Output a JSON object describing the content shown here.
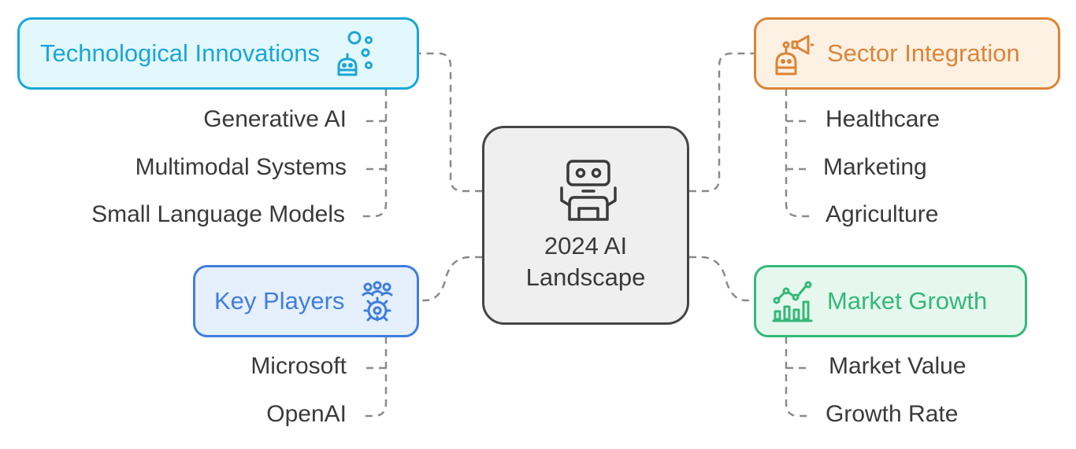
{
  "center": {
    "line1": "2024 AI",
    "line2": "Landscape",
    "icon": "robot-icon"
  },
  "branches": {
    "tech": {
      "title": "Technological Innovations",
      "icon": "bubbles-robot-icon",
      "color": "#1aa6d6",
      "fill": "#e3f8fd",
      "items": [
        "Generative AI",
        "Multimodal Systems",
        "Small Language Models"
      ]
    },
    "sector": {
      "title": "Sector Integration",
      "icon": "robot-megaphone-icon",
      "color": "#dd8435",
      "fill": "#fdf1e4",
      "items": [
        "Healthcare",
        "Marketing",
        "Agriculture"
      ]
    },
    "players": {
      "title": "Key Players",
      "icon": "team-gear-icon",
      "color": "#3f7fdc",
      "fill": "#e6effc",
      "items": [
        "Microsoft",
        "OpenAI"
      ]
    },
    "growth": {
      "title": "Market Growth",
      "icon": "growth-chart-icon",
      "color": "#34b878",
      "fill": "#e6f8ee",
      "items": [
        "Market Value",
        "Growth Rate"
      ]
    }
  },
  "colors": {
    "connector": "#8a8a8a",
    "text": "#3a3a3a",
    "center_border": "#454545",
    "center_fill": "#efefef"
  }
}
